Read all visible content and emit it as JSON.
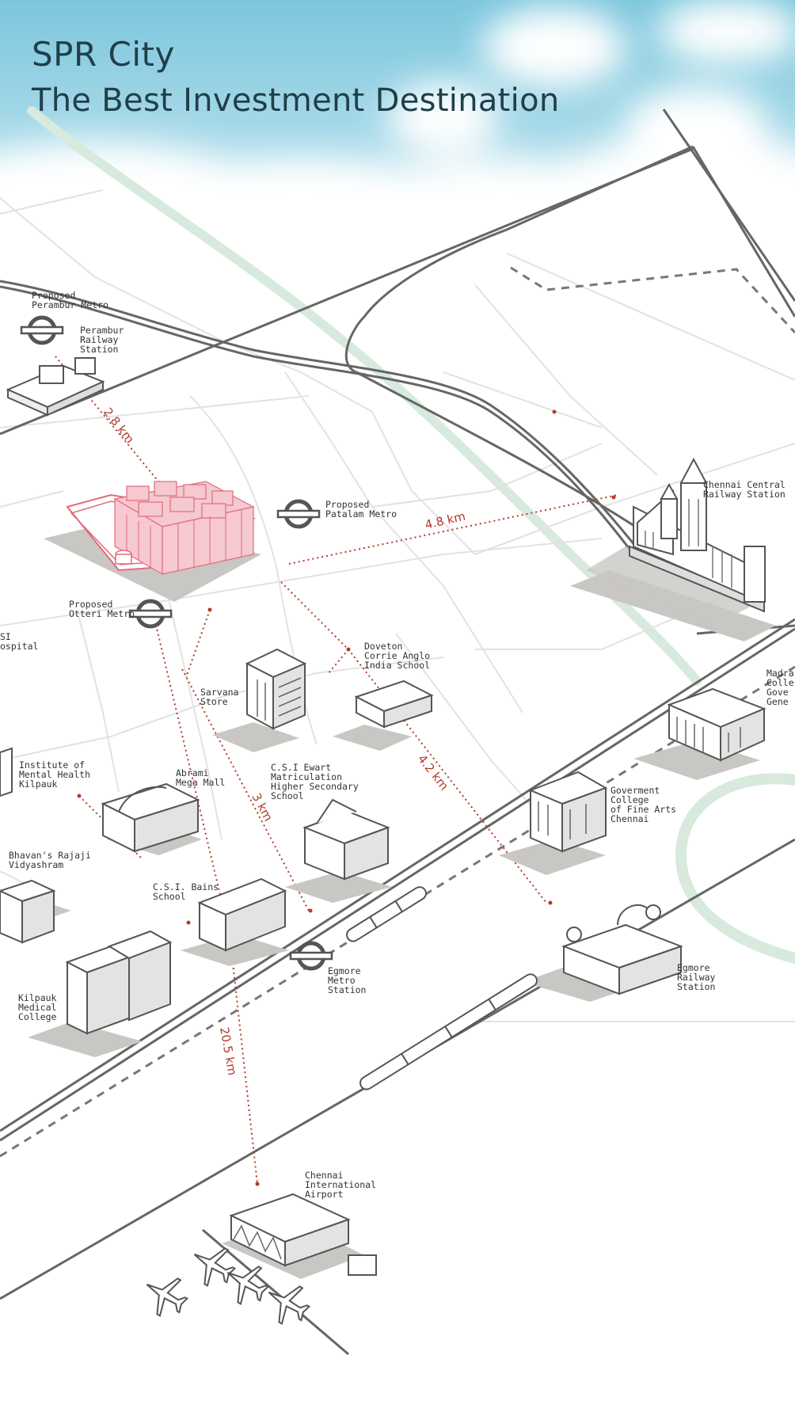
{
  "title": {
    "line1": "SPR City",
    "line2": "The Best Investment Destination"
  },
  "colors": {
    "sky": "#7cc6dd",
    "road": "#666666",
    "minor_road": "#dddddd",
    "green_corridor": "#d7eadd",
    "project": "#e06c7c",
    "distance": "#b43a2a",
    "building": "#555555",
    "shadow": "#c9c7c3",
    "title_text": "#1f3f4a"
  },
  "landmarks": {
    "perambur_metro": "Proposed\nPerambur Metro",
    "perambur_railway": "Perambur\nRailway\nStation",
    "patalam_metro": "Proposed\nPatalam Metro",
    "otteri_metro": "Proposed\nOtteri Metro",
    "chennai_central": "Chennai  Central\nRailway  Station",
    "hospital": "SI\nospital",
    "doveton": "Doveton\nCorrie Anglo\nIndia School",
    "sarvana": "Sarvana\nStore",
    "madras_college": "Madra\nColle\nGove\nGene",
    "imh": "Institute of\nMental Health\nKilpauk",
    "abrami": "Abrami\nMega Mall",
    "csi_ewart": "C.S.I Ewart\nMatriculation\nHigher Secondary\nSchool",
    "fine_arts": "Goverment\nCollege\nof Fine Arts\nChennai",
    "bhavans": "Bhavan's Rajaji\nVidyashram",
    "csi_bains": "C.S.I. Bains\nSchool",
    "egmore_metro": "Egmore\nMetro\nStation",
    "egmore_railway": "Egmore\nRailway\nStation",
    "kilpauk_medical": "Kilpauk\nMedical\nCollege",
    "airport": "Chennai\nInternational\nAirport"
  },
  "distances": {
    "perambur": "2.8 km",
    "central": "4.8 km",
    "egmore": "4.2 km",
    "egmore_metro": "3 km",
    "airport": "20.5 km"
  },
  "icons": {
    "metro": "metro-roundel-icon",
    "train": "train-icon",
    "airplane": "airplane-icon",
    "building": "building-icon"
  }
}
